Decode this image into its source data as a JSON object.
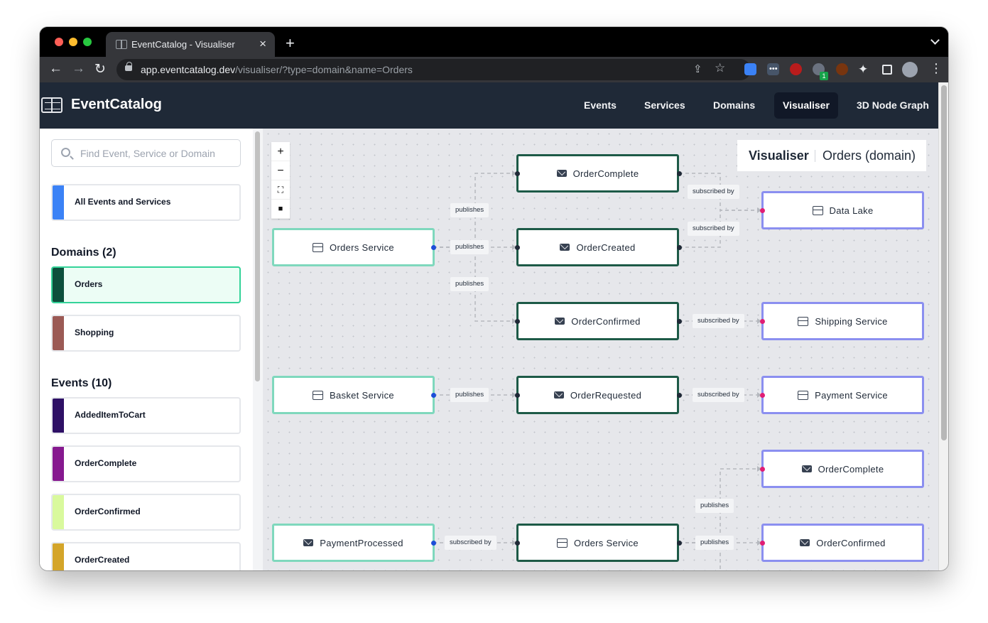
{
  "browser": {
    "tab_title": "EventCatalog - Visualiser",
    "url_host": "app.eventcatalog.dev",
    "url_path": "/visualiser/?type=domain&name=Orders",
    "extension_badge": "1"
  },
  "app": {
    "logo": "EventCatalog",
    "nav": [
      "Events",
      "Services",
      "Domains",
      "Visualiser",
      "3D Node Graph"
    ],
    "active_nav": "Visualiser"
  },
  "sidebar": {
    "search_placeholder": "Find Event, Service or Domain",
    "all_label": "All Events and Services",
    "domains_title": "Domains (2)",
    "domains": [
      {
        "label": "Orders",
        "color": "#0d4f3c"
      },
      {
        "label": "Shopping",
        "color": "#9b5a55"
      }
    ],
    "events_title": "Events (10)",
    "events": [
      {
        "label": "AddedItemToCart",
        "color": "#2e1065"
      },
      {
        "label": "OrderComplete",
        "color": "#86198f"
      },
      {
        "label": "OrderConfirmed",
        "color": "#d9f99d"
      },
      {
        "label": "OrderCreated",
        "color": "#d4a52a"
      }
    ]
  },
  "visualiser": {
    "title": "Visualiser",
    "subtitle": "Orders (domain)",
    "controls": [
      "zoom-in",
      "zoom-out",
      "fit-view",
      "lock"
    ],
    "nodes": {
      "orders_service": "Orders Service",
      "basket_service": "Basket Service",
      "payment_processed": "PaymentProcessed",
      "order_complete": "OrderComplete",
      "order_created": "OrderCreated",
      "order_confirmed": "OrderConfirmed",
      "order_requested": "OrderRequested",
      "orders_service_2": "Orders Service",
      "data_lake": "Data Lake",
      "shipping_service": "Shipping Service",
      "payment_service": "Payment Service",
      "order_complete_2": "OrderComplete",
      "order_confirmed_2": "OrderConfirmed"
    },
    "edge_labels": {
      "publishes": "publishes",
      "subscribed_by": "subscribed by"
    },
    "colors": {
      "producer": "#7fd8bd",
      "focus": "#1d5a47",
      "consumer": "#8b8ff0",
      "source_handle": "#1d4ed8",
      "target_handle": "#e11d74"
    }
  }
}
